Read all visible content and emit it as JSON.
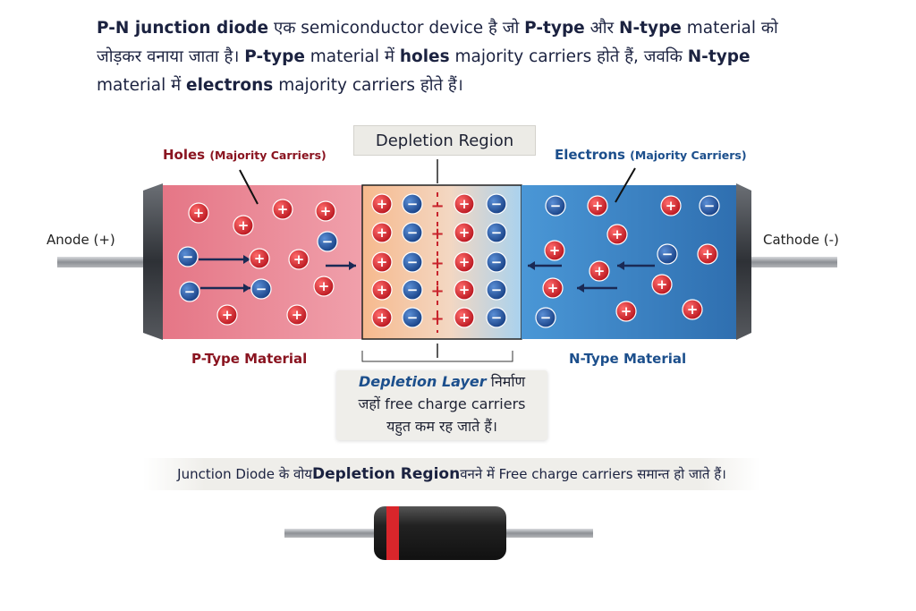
{
  "intro": {
    "line1_a": "P-N junction diode",
    "line1_b": " एक semiconductor device है जो ",
    "line1_c": "P-type",
    "line1_d": " और ",
    "line1_e": "N-type",
    "line1_f": " material को जोड़कर वनाया जाता है। ",
    "line2_a": "P-type",
    "line2_b": " material में ",
    "line2_c": "holes",
    "line2_d": " majority carriers होते हैं, जवकि ",
    "line2_e": "N-type",
    "line2_f": " material में ",
    "line2_g": "electrons",
    "line2_h": " majority carriers होते हैं।"
  },
  "labels": {
    "depletion_region": "Depletion Region",
    "holes": "Holes",
    "holes_sub": "(Majority Carriers)",
    "electrons": "Electrons",
    "electrons_sub": "(Majority Carriers)",
    "anode": "Anode (+)",
    "cathode": "Cathode (-)",
    "p_type": "P-Type Material",
    "n_type": "N-Type Material"
  },
  "depletion_layer": {
    "title": "Depletion Layer",
    "title_suffix": " निर्माण",
    "line2": "जहों free charge carriers",
    "line3": "यहुत कम रह जाते हैं।"
  },
  "banner": {
    "a": "Junction Diode के वोय ",
    "b": "Depletion Region",
    "c": " वनने में Free charge carriers समान्त हो जाते हैं।"
  },
  "colors": {
    "hole": "#d4202a",
    "electron": "#1f4f9a",
    "p_region": "#e98a98",
    "n_region": "#3f86c6",
    "maroon": "#8a1420",
    "navy": "#1c4f8c"
  }
}
